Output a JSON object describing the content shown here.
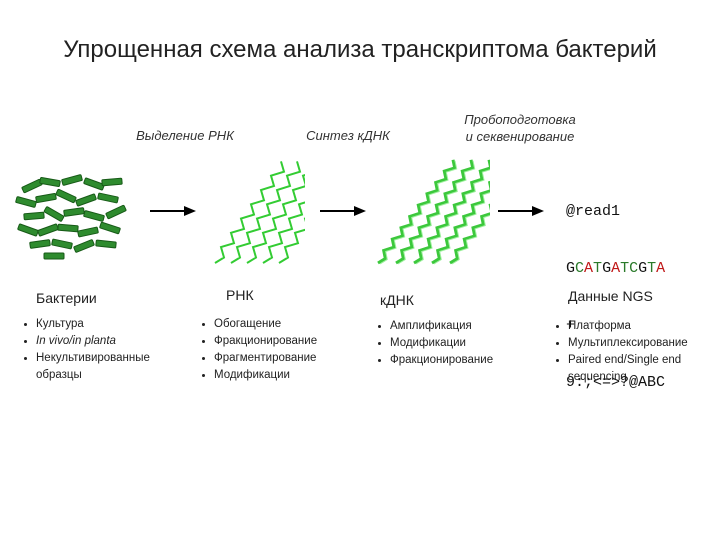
{
  "title": "Упрощенная схема анализа транскриптома бактерий",
  "steps": {
    "rna_isolation": "Выделение РНК",
    "cdna_synthesis": "Синтез кДНК",
    "library_prep": "Пробоподготовка\nи секвенирование"
  },
  "stages": [
    {
      "label": "Бактерии",
      "items": [
        "Культура",
        "In vivo/in planta",
        "Некультивированные образцы"
      ]
    },
    {
      "label": "РНК",
      "items": [
        "Обогащение",
        "Фракционирование",
        "Фрагментирование",
        "Модификации"
      ]
    },
    {
      "label": "кДНК",
      "items": [
        "Амплификация",
        "Модификации",
        "Фракционирование"
      ]
    },
    {
      "label": "Данные NGS",
      "items": [
        "Платформа",
        "Мультиплексирование",
        "Paired end/Single end sequencing"
      ]
    }
  ],
  "fastq": {
    "line1": "@read1",
    "line2": "GCATGATCGTA",
    "line3": "+",
    "line4": "9:;<=>?@ABC"
  },
  "colors": {
    "bacteria": "#2e8b2e",
    "rna": "#33cc33",
    "cdna": "#44dd44",
    "arrow": "#000000"
  }
}
